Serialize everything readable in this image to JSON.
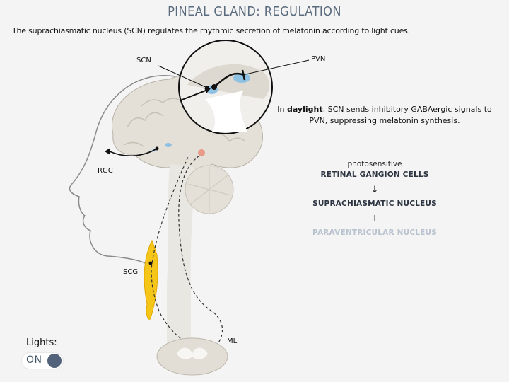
{
  "title": "PINEAL GLAND: REGULATION",
  "subtitle": "The suprachiasmatic nucleus (SCN) regulates the rhythmic secretion of melatonin according to light cues.",
  "labels": {
    "scn": "SCN",
    "pvn": "PVN",
    "rgc": "RGC",
    "scg": "SCG",
    "iml": "IML"
  },
  "description": {
    "prefix": "In ",
    "emphasis": "daylight",
    "rest": ", SCN sends inhibitory GABAergic signals to PVN, suppressing melatonin synthesis."
  },
  "pathway": {
    "prefix": "photosensitive",
    "step1": "RETINAL GANGION CELLS",
    "arrow1": "↓",
    "step2": "SUPRACHIASMATIC NUCLEUS",
    "arrow2": "⊥",
    "step3": "PARAVENTRICULAR NUCLEUS"
  },
  "lights": {
    "label": "Lights:",
    "state": "ON"
  },
  "colors": {
    "title": "#5b6b7e",
    "dimmed_node": "#b9c3cf",
    "toggle_knob": "#51627a",
    "nucleus_blue": "#8fc1e3",
    "pineal": "#e89a86",
    "ganglion": "#f5c518"
  }
}
